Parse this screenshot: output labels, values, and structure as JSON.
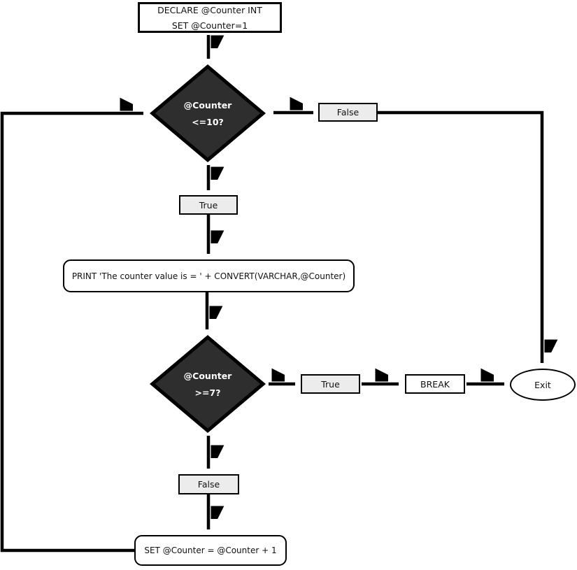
{
  "nodes": {
    "start": {
      "line1": "DECLARE @Counter INT",
      "line2": "SET @Counter=1"
    },
    "decision1": {
      "line1": "@Counter",
      "line2": "<=10?"
    },
    "false1": {
      "label": "False"
    },
    "true1": {
      "label": "True"
    },
    "print": {
      "label": "PRINT 'The counter value is = ' + CONVERT(VARCHAR,@Counter)"
    },
    "decision2": {
      "line1": "@Counter",
      "line2": ">=7?"
    },
    "true2": {
      "label": "True"
    },
    "break": {
      "label": "BREAK"
    },
    "exit": {
      "label": "Exit"
    },
    "false2": {
      "label": "False"
    },
    "increment": {
      "label": "SET @Counter = @Counter + 1"
    }
  },
  "colors": {
    "line": "#000000",
    "diamond_fill": "#2e2e2e",
    "diamond_text": "#ffffff",
    "label_fill": "#ececec",
    "node_fill": "#ffffff"
  }
}
